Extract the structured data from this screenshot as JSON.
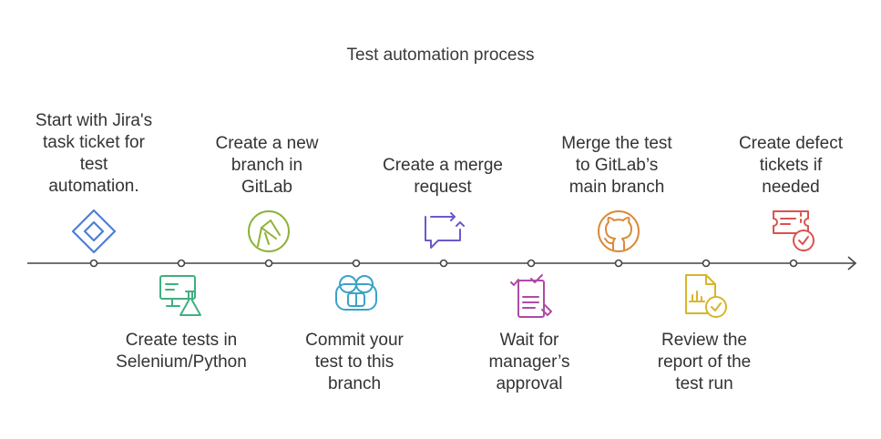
{
  "title": "Test automation process",
  "steps": [
    {
      "lines": [
        "Start with Jira's",
        "task ticket for",
        "test",
        "automation."
      ],
      "icon": "jira-icon",
      "color": "#4f7fd6",
      "side": "top"
    },
    {
      "lines": [
        "Create tests in",
        "Selenium/Python"
      ],
      "icon": "computer-lab-icon",
      "color": "#3fb07f",
      "side": "bottom"
    },
    {
      "lines": [
        "Create a new",
        "branch in",
        "GitLab"
      ],
      "icon": "branch-icon",
      "color": "#8db33a",
      "side": "top"
    },
    {
      "lines": [
        "Commit your",
        "test to this",
        "branch"
      ],
      "icon": "commit-icon",
      "color": "#3aa3c8",
      "side": "bottom"
    },
    {
      "lines": [
        "Create a merge",
        "request"
      ],
      "icon": "merge-request-icon",
      "color": "#6a5bc9",
      "side": "top"
    },
    {
      "lines": [
        "Wait for",
        "manager’s",
        "approval"
      ],
      "icon": "approval-icon",
      "color": "#b04aa5",
      "side": "bottom"
    },
    {
      "lines": [
        "Merge the test",
        "to GitLab’s",
        "main branch"
      ],
      "icon": "github-icon",
      "color": "#d98a3a",
      "side": "top"
    },
    {
      "lines": [
        "Review the",
        "report of the",
        "test run"
      ],
      "icon": "report-icon",
      "color": "#d9b42a",
      "side": "bottom"
    },
    {
      "lines": [
        "Create defect",
        "tickets if",
        "needed"
      ],
      "icon": "ticket-check-icon",
      "color": "#d9534f",
      "side": "top"
    }
  ]
}
